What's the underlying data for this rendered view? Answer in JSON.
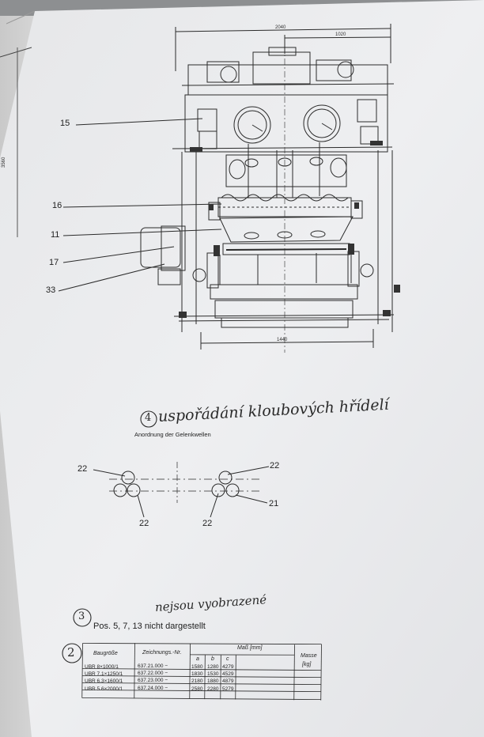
{
  "drawing": {
    "dim_top_overall": "2040",
    "dim_top_half": "1020",
    "dim_bottom": "1440",
    "dim_side": "3560",
    "callouts": [
      "15",
      "16",
      "11",
      "17",
      "33"
    ]
  },
  "section4": {
    "number": "4",
    "title_cz": "uspořádání kloubových hřídelí",
    "title_de": "Anordnung der Gelenkwellen",
    "labels": {
      "l22_top_left": "22",
      "l22_top_right": "22",
      "l22_bottom_left": "22",
      "l22_bottom_mid": "22",
      "l21": "21"
    }
  },
  "section3": {
    "number": "3",
    "handwritten": "nejsou vyobrazené",
    "text": "Pos. 5, 7, 13 nicht dargestellt"
  },
  "section2": {
    "number": "2",
    "headers": {
      "size": "Baugröße",
      "drawing_no": "Zeichnungs.-Nr.",
      "dims": "Maß [mm]",
      "a": "a",
      "b": "b",
      "c": "c",
      "mass": "Masse",
      "mass_unit": "[kg]"
    },
    "rows": [
      {
        "size": "UBR 8×1000/1",
        "no": "637.21.000 −",
        "a": "1580",
        "b": "1280",
        "c": "4279"
      },
      {
        "size": "UBR 7.1×1250/1",
        "no": "637.22.000 −",
        "a": "1830",
        "b": "1530",
        "c": "4529"
      },
      {
        "size": "UBR 6.3×1600/1",
        "no": "637.23.000 −",
        "a": "2180",
        "b": "1880",
        "c": "4879"
      },
      {
        "size": "UBR 5.6×2000/1",
        "no": "637.24.000 −",
        "a": "2580",
        "b": "2280",
        "c": "5279"
      }
    ]
  }
}
